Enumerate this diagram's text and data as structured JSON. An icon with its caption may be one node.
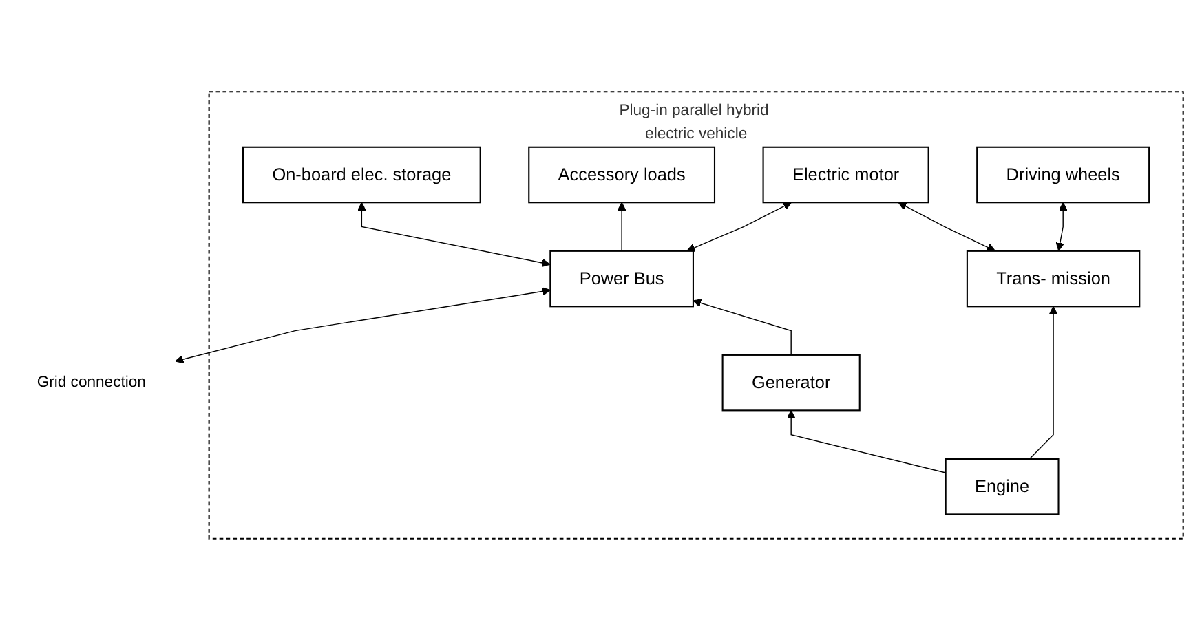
{
  "diagram": {
    "nodes": [
      {
        "text": [
          "Plug-in parallel hybrid electric vehicle"
        ]
      },
      {
        "text": [
          "On-board elec. storage"
        ],
        "in": 0
      },
      {
        "text": [
          "Grid connection"
        ]
      },
      {
        "text": [
          "Power Bus"
        ],
        "in": 0
      },
      {
        "text": [
          "Accessory loads"
        ],
        "in": 0
      },
      {
        "text": [
          "Electric motor"
        ],
        "in": 0
      },
      {
        "text": [
          "Generator"
        ],
        "in": 0
      },
      {
        "text": [
          "Engine"
        ],
        "in": 0
      },
      {
        "text": [
          "Trans- mission"
        ],
        "in": 0
      },
      {
        "text": [
          "Driving wheels"
        ],
        "in": 0
      }
    ],
    "edges": [
      {
        "from": 1,
        "to": 3,
        "arrow": "both"
      },
      {
        "from": 2,
        "to": 3,
        "arrow": "both"
      },
      {
        "from": 3,
        "to": 4,
        "arrow": "to"
      },
      {
        "from": 3,
        "to": 5,
        "arrow": "both"
      },
      {
        "from": 6,
        "to": 3,
        "arrow": "to"
      },
      {
        "from": 7,
        "to": 6,
        "arrow": "to"
      },
      {
        "from": 7,
        "to": 8,
        "arrow": "to"
      },
      {
        "from": 5,
        "to": 8,
        "arrow": "both"
      },
      {
        "from": 8,
        "to": 9,
        "arrow": "both"
      }
    ]
  }
}
